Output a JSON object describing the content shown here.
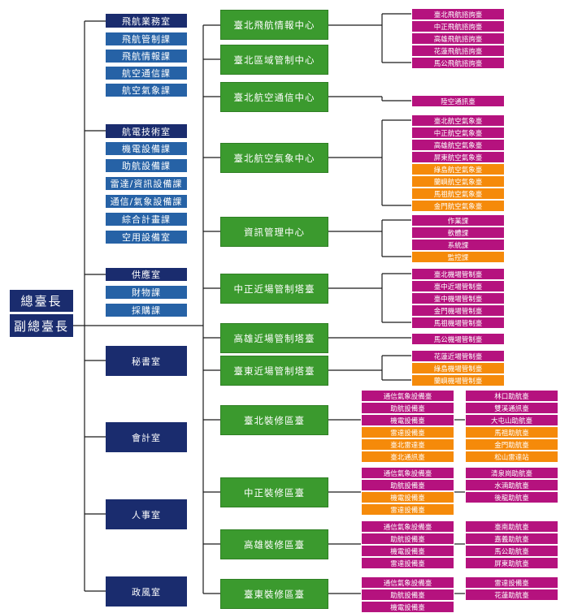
{
  "title": "",
  "head_boxes": [
    "總臺長",
    "副總臺長"
  ],
  "left_units": [
    {
      "name": "飛航業務室",
      "sub": [
        "飛航管制課",
        "飛航情報課",
        "航空通信課",
        "航空氣象課"
      ]
    },
    {
      "name": "航電技術室",
      "sub": [
        "機電設備課",
        "助航設備課",
        "雷達/資訊設備課",
        "通信/氣象設備課",
        "綜合計畫課",
        "空用設備室"
      ]
    },
    {
      "name": "供應室",
      "sub": [
        "財物課",
        "採購課"
      ]
    },
    {
      "name": "秘書室",
      "sub": []
    },
    {
      "name": "會計室",
      "sub": []
    },
    {
      "name": "人事室",
      "sub": []
    },
    {
      "name": "政風室",
      "sub": []
    }
  ],
  "centers": [
    {
      "name": "臺北飛航情報中心",
      "col1": [
        {
          "t": "臺北飛航諮詢臺",
          "c": "magenta"
        },
        {
          "t": "中正飛航諮詢臺",
          "c": "magenta"
        },
        {
          "t": "高雄飛航諮詢臺",
          "c": "magenta"
        },
        {
          "t": "花蓮飛航諮詢臺",
          "c": "magenta"
        },
        {
          "t": "馬公飛航諮詢臺",
          "c": "magenta"
        }
      ],
      "col2": []
    },
    {
      "name": "臺北區域管制中心",
      "col1": [],
      "col2": []
    },
    {
      "name": "臺北航空通信中心",
      "col1": [
        {
          "t": "陸空通訊臺",
          "c": "magenta"
        }
      ],
      "col2": []
    },
    {
      "name": "臺北航空氣象中心",
      "col1": [
        {
          "t": "臺北航空氣象臺",
          "c": "magenta"
        },
        {
          "t": "中正航空氣象臺",
          "c": "magenta"
        },
        {
          "t": "高雄航空氣象臺",
          "c": "magenta"
        },
        {
          "t": "屏東航空氣象臺",
          "c": "magenta"
        },
        {
          "t": "綠島航空氣象臺",
          "c": "orange"
        },
        {
          "t": "蘭嶼航空氣象臺",
          "c": "orange"
        },
        {
          "t": "馬祖航空氣象臺",
          "c": "orange"
        },
        {
          "t": "金門航空氣象臺",
          "c": "orange"
        }
      ],
      "col2": []
    },
    {
      "name": "資訊管理中心",
      "col1": [
        {
          "t": "作業課",
          "c": "magenta"
        },
        {
          "t": "軟體課",
          "c": "magenta"
        },
        {
          "t": "系統課",
          "c": "magenta"
        },
        {
          "t": "監控課",
          "c": "orange"
        }
      ],
      "col2": []
    },
    {
      "name": "中正近場管制塔臺",
      "col1": [
        {
          "t": "臺北機場管制臺",
          "c": "magenta"
        },
        {
          "t": "臺中近場管制臺",
          "c": "magenta"
        },
        {
          "t": "臺中機場管制臺",
          "c": "magenta"
        },
        {
          "t": "金門機場管制臺",
          "c": "magenta"
        },
        {
          "t": "馬祖機場管制臺",
          "c": "magenta"
        }
      ],
      "col2": []
    },
    {
      "name": "高雄近場管制塔臺",
      "col1": [
        {
          "t": "馬公機場管制臺",
          "c": "magenta"
        }
      ],
      "col2": []
    },
    {
      "name": "臺東近場管制塔臺",
      "col1": [
        {
          "t": "花蓮近場管制臺",
          "c": "magenta"
        },
        {
          "t": "綠島機場管制臺",
          "c": "orange"
        },
        {
          "t": "蘭嶼機場管制臺",
          "c": "orange"
        }
      ],
      "col2": []
    },
    {
      "name": "臺北裝修區臺",
      "col1": [
        {
          "t": "通信氣象設備臺",
          "c": "magenta"
        },
        {
          "t": "助航設備臺",
          "c": "magenta"
        },
        {
          "t": "機電設備臺",
          "c": "magenta"
        },
        {
          "t": "雷達設備臺",
          "c": "orange"
        },
        {
          "t": "臺北雷達臺",
          "c": "orange"
        },
        {
          "t": "臺北通訊臺",
          "c": "orange"
        }
      ],
      "col2": [
        {
          "t": "林口助航臺",
          "c": "magenta"
        },
        {
          "t": "雙溪通訊臺",
          "c": "magenta"
        },
        {
          "t": "大屯山助航臺",
          "c": "magenta"
        },
        {
          "t": "馬祖助航臺",
          "c": "orange"
        },
        {
          "t": "金門助航臺",
          "c": "orange"
        },
        {
          "t": "松山雷達站",
          "c": "orange"
        }
      ]
    },
    {
      "name": "中正裝修區臺",
      "col1": [
        {
          "t": "通信氣象設備臺",
          "c": "magenta"
        },
        {
          "t": "助航設備臺",
          "c": "magenta"
        },
        {
          "t": "機電設備臺",
          "c": "orange"
        },
        {
          "t": "雷達設備臺",
          "c": "orange"
        }
      ],
      "col2": [
        {
          "t": "清泉崗助航臺",
          "c": "magenta"
        },
        {
          "t": "水湳助航臺",
          "c": "magenta"
        },
        {
          "t": "後龍助航臺",
          "c": "magenta"
        }
      ]
    },
    {
      "name": "高雄裝修區臺",
      "col1": [
        {
          "t": "通信氣象設備臺",
          "c": "magenta"
        },
        {
          "t": "助航設備臺",
          "c": "magenta"
        },
        {
          "t": "機電設備臺",
          "c": "magenta"
        },
        {
          "t": "雷達設備臺",
          "c": "magenta"
        }
      ],
      "col2": [
        {
          "t": "臺南助航臺",
          "c": "magenta"
        },
        {
          "t": "嘉義助航臺",
          "c": "magenta"
        },
        {
          "t": "馬公助航臺",
          "c": "magenta"
        },
        {
          "t": "屏東助航臺",
          "c": "magenta"
        }
      ]
    },
    {
      "name": "臺東裝修區臺",
      "col1": [
        {
          "t": "通信氣象設備臺",
          "c": "magenta"
        },
        {
          "t": "助航設備臺",
          "c": "magenta"
        },
        {
          "t": "機電設備臺",
          "c": "magenta"
        }
      ],
      "col2": [
        {
          "t": "雷達設備臺",
          "c": "magenta"
        },
        {
          "t": "花蓮助航臺",
          "c": "magenta"
        }
      ]
    }
  ],
  "colors": {
    "navy": "#1a2c6e",
    "blue": "#2662a6",
    "green": "#3b9a2e",
    "magenta": "#b5127e",
    "orange": "#f58a0a",
    "line": "#1a1a1a"
  }
}
